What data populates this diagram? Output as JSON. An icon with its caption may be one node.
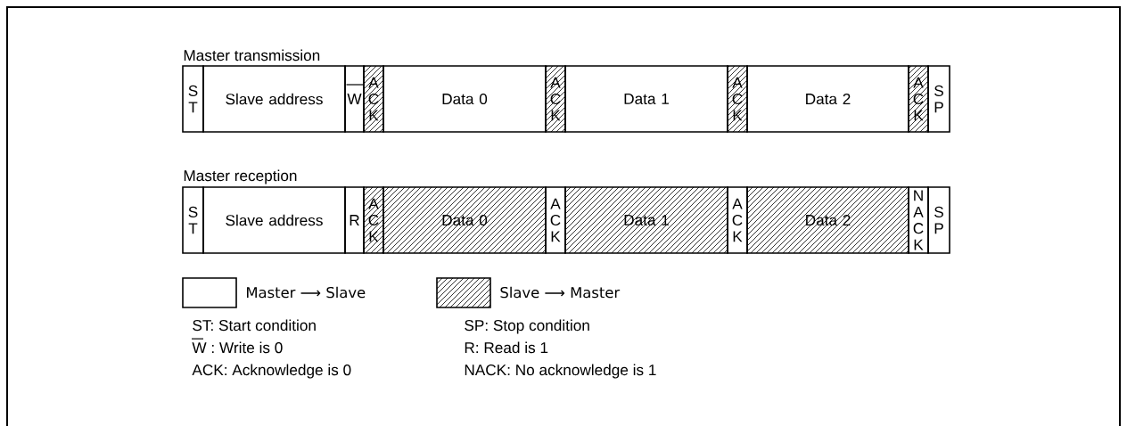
{
  "diagram": {
    "nodes": [
      {
        "text": [
          "S T"
        ]
      },
      {
        "text": [
          "Slave address"
        ]
      },
      {
        "text": [
          "W"
        ]
      },
      {
        "text": [
          "A C K"
        ]
      },
      {
        "text": [
          "Data 0"
        ]
      },
      {
        "text": [
          "A C K"
        ]
      },
      {
        "text": [
          "Data 1"
        ]
      },
      {
        "text": [
          "A C K"
        ]
      },
      {
        "text": [
          "Data 2"
        ]
      },
      {
        "text": [
          "A C K"
        ]
      },
      {
        "text": [
          "S P"
        ]
      },
      {
        "text": [
          "S T"
        ]
      },
      {
        "text": [
          "Slave address"
        ]
      },
      {
        "text": [
          "R"
        ]
      },
      {
        "text": [
          "A C K"
        ]
      },
      {
        "text": [
          "Data 0"
        ]
      },
      {
        "text": [
          "A C K"
        ]
      },
      {
        "text": [
          "Data 1"
        ]
      },
      {
        "text": [
          "A C K"
        ]
      },
      {
        "text": [
          "Data 2"
        ]
      },
      {
        "text": [
          "N A C K"
        ]
      },
      {
        "text": [
          "S P"
        ]
      }
    ],
    "labels": [
      "Master transmission",
      "Master reception",
      "ST: Start condition",
      "SP: Stop condition",
      "W : Write is 0",
      "R: Read is 1",
      "ACK: Acknowledge is 0",
      "NACK: No acknowledge is 1"
    ],
    "legend": [
      {
        "text": "Master ⟶ Slave"
      },
      {
        "text": "Slave ⟶ Master"
      }
    ]
  }
}
